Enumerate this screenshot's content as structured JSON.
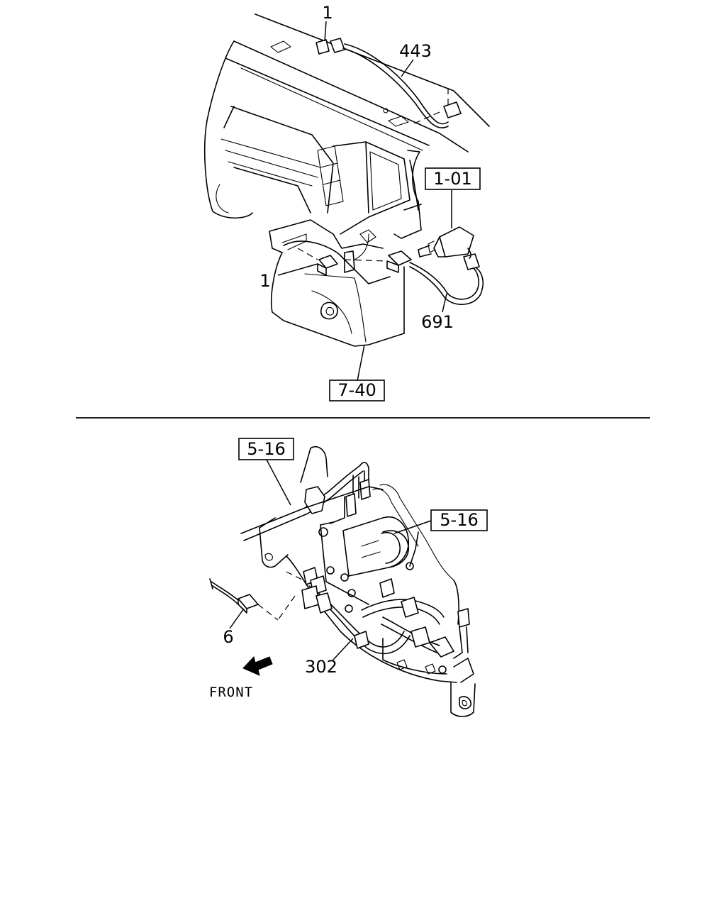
{
  "callouts": {
    "top_connector": "1",
    "harness_top": "443",
    "ref_upper_right": "1-01",
    "side_connector": "1",
    "harness_switch": "691",
    "ref_upper_bottom": "7-40",
    "ref_lower_left": "5-16",
    "ref_lower_right": "5-16",
    "connector_lower": "6",
    "harness_lower": "302"
  },
  "direction": {
    "label": "FRONT",
    "icon": "front-arrow-icon"
  }
}
